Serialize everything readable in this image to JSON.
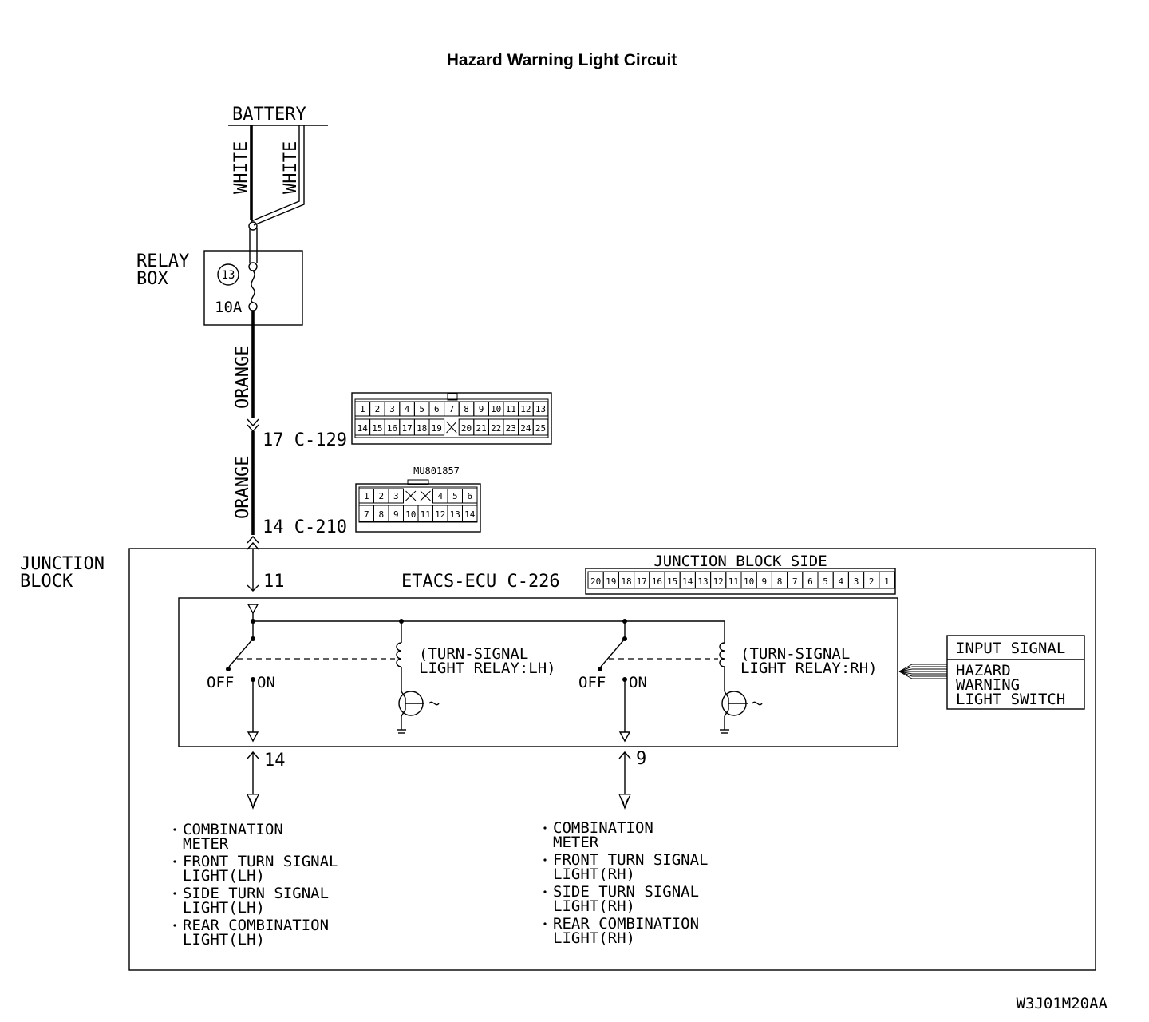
{
  "title": "Hazard Warning Light Circuit",
  "battery": "BATTERY",
  "wire_colors": {
    "white": "WHITE",
    "orange": "ORANGE"
  },
  "relay_box": {
    "line1": "RELAY",
    "line2": "BOX",
    "fuse_no": "13",
    "fuse_rating": "10A"
  },
  "connector_c129": {
    "label": "17  C-129",
    "top_pins": [
      "1",
      "2",
      "3",
      "4",
      "5",
      "6",
      "7",
      "8",
      "9",
      "10",
      "11",
      "12",
      "13"
    ],
    "bottom_pins": [
      "14",
      "15",
      "16",
      "17",
      "18",
      "19",
      "",
      "20",
      "21",
      "22",
      "23",
      "24",
      "25"
    ]
  },
  "connector_c210": {
    "part_no": "MU801857",
    "label": "14  C-210",
    "top_pins": [
      "1",
      "2",
      "3",
      "",
      "",
      "4",
      "5",
      "6"
    ],
    "bottom_pins": [
      "7",
      "8",
      "9",
      "10",
      "11",
      "12",
      "13",
      "14"
    ]
  },
  "junction_block": {
    "line1": "JUNCTION",
    "line2": "BLOCK",
    "side_label": "JUNCTION BLOCK SIDE",
    "ecu_label": "ETACS-ECU  C-226",
    "ecu_pins": [
      "20",
      "19",
      "18",
      "17",
      "16",
      "15",
      "14",
      "13",
      "12",
      "11",
      "10",
      "9",
      "8",
      "7",
      "6",
      "5",
      "4",
      "3",
      "2",
      "1"
    ],
    "terminal_in": "11",
    "terminal_lh": "14",
    "terminal_rh": "9"
  },
  "switch": {
    "off": "OFF",
    "on": "ON"
  },
  "relay_lh": {
    "line1": "(TURN-SIGNAL",
    "line2": " LIGHT RELAY:LH)"
  },
  "relay_rh": {
    "line1": "(TURN-SIGNAL",
    "line2": " LIGHT RELAY:RH)"
  },
  "input_signal": {
    "header": "INPUT SIGNAL",
    "line1": "HAZARD",
    "line2": "WARNING",
    "line3": "LIGHT SWITCH"
  },
  "outputs_lh": [
    {
      "line1": "COMBINATION",
      "line2": "METER"
    },
    {
      "line1": "FRONT TURN SIGNAL",
      "line2": "LIGHT(LH)"
    },
    {
      "line1": "SIDE TURN SIGNAL",
      "line2": "LIGHT(LH)"
    },
    {
      "line1": "REAR COMBINATION",
      "line2": "LIGHT(LH)"
    }
  ],
  "outputs_rh": [
    {
      "line1": "COMBINATION",
      "line2": "METER"
    },
    {
      "line1": "FRONT TURN SIGNAL",
      "line2": "LIGHT(RH)"
    },
    {
      "line1": "SIDE TURN SIGNAL",
      "line2": "LIGHT(RH)"
    },
    {
      "line1": "REAR COMBINATION",
      "line2": "LIGHT(RH)"
    }
  ],
  "figure_code": "W3J01M20AA"
}
